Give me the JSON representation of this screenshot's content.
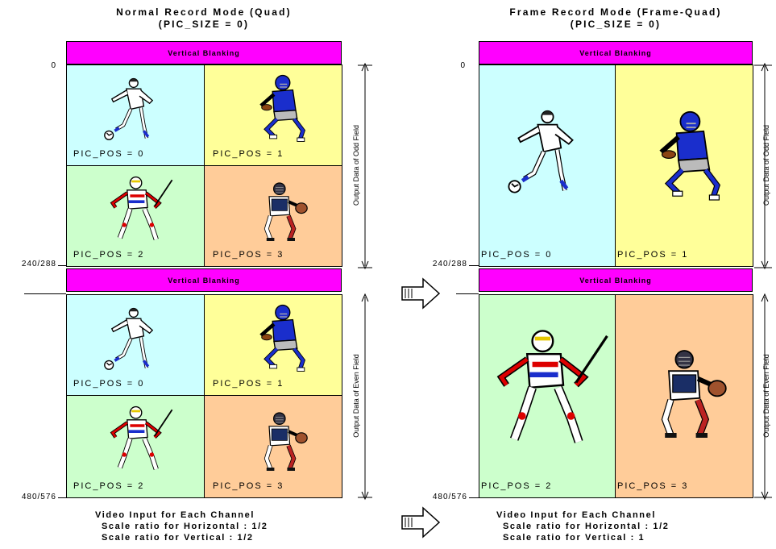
{
  "colors": {
    "blanking": "#ff00ff",
    "cell_0": "#ccffff",
    "cell_1": "#ffff99",
    "cell_2": "#ccffcc",
    "cell_3": "#ffcc99"
  },
  "left": {
    "title_line1": "Normal Record Mode (Quad)",
    "title_line2": "(PIC_SIZE = 0)",
    "vertical_blanking": "Vertical Blanking",
    "odd_label": "Output Data of Odd Field",
    "even_label": "Output Data of Even Field",
    "tick_top": "0",
    "tick_mid": "240/288",
    "tick_bottom": "480/576",
    "odd_cells": [
      "PIC_POS = 0",
      "PIC_POS = 1",
      "PIC_POS = 2",
      "PIC_POS = 3"
    ],
    "even_cells": [
      "PIC_POS = 0",
      "PIC_POS = 1",
      "PIC_POS = 2",
      "PIC_POS = 3"
    ],
    "footer_line1": "Video Input for Each Channel",
    "footer_line2": "Scale ratio for Horizontal : 1/2",
    "footer_line3": "Scale ratio for Vertical : 1/2"
  },
  "right": {
    "title_line1": "Frame Record Mode (Frame-Quad)",
    "title_line2": "(PIC_SIZE = 0)",
    "vertical_blanking": "Vertical Blanking",
    "odd_label": "Output Data of Odd Field",
    "even_label": "Output Data of Even Field",
    "tick_top": "0",
    "tick_mid": "240/288",
    "tick_bottom": "480/576",
    "odd_cells": [
      "PIC_POS = 0",
      "PIC_POS = 1"
    ],
    "even_cells": [
      "PIC_POS = 2",
      "PIC_POS = 3"
    ],
    "footer_line1": "Video Input for Each Channel",
    "footer_line2": "Scale ratio for Horizontal : 1/2",
    "footer_line3": "Scale ratio for Vertical : 1"
  },
  "icons": {
    "arrow": "right-arrow-icon",
    "figures": [
      "soccer-player-icon",
      "football-player-icon",
      "hockey-player-icon",
      "baseball-catcher-icon"
    ]
  }
}
